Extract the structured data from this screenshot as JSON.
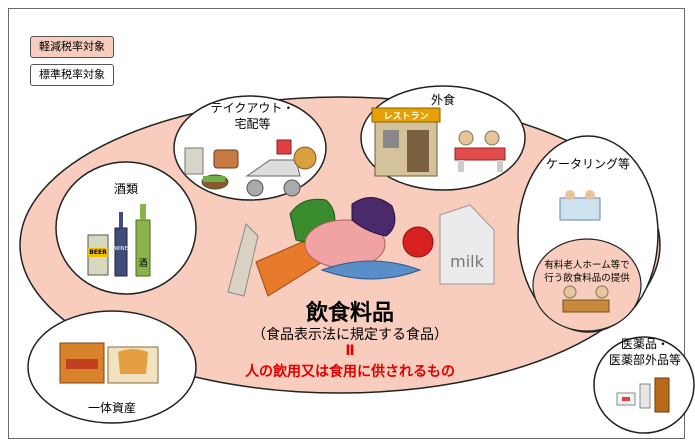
{
  "colors": {
    "reduced_fill": "#f8cdbd",
    "red_text": "#e00000",
    "border": "#333333"
  },
  "legend": {
    "reduced": "軽減税率対象",
    "standard": "標準税率対象"
  },
  "center": {
    "title": "飲食料品",
    "subtitle": "（食品表示法に規定する食品）",
    "equals": "Ⅱ",
    "definition": "人の飲用又は食用に供されるもの"
  },
  "circles": {
    "takeout": "テイクアウト・\n宅配等",
    "eatout": "外食",
    "catering": "ケータリング等",
    "nursing": "有料老人ホーム等で\n行う飲食料品の提供",
    "alcohol": "酒類",
    "bundled": "一体資産",
    "medicine": "医薬品・\n医薬部外品等"
  },
  "illustration_text": {
    "restaurant_sign": "レストラン",
    "beer": "BEER",
    "wine": "WINE",
    "sake": "酒",
    "milk": "milk"
  },
  "icons": [
    "takeout-food-icon",
    "delivery-scooter-icon",
    "restaurant-icon",
    "diners-icon",
    "catering-icon",
    "nursing-home-meal-icon",
    "alcohol-bottles-icon",
    "food-assortment-icon",
    "gift-box-icon",
    "medicine-bottles-icon"
  ]
}
